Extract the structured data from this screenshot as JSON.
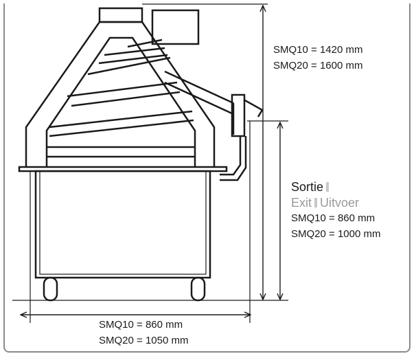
{
  "height_dim": {
    "line1": "SMQ10 = 1420 mm",
    "line2": "SMQ20 = 1600 mm"
  },
  "outlet": {
    "title": "Sortie",
    "sub_1": "Exit",
    "sub_2": "Uitvoer",
    "line1": "SMQ10 = 860 mm",
    "line2": "SMQ20 = 1000 mm"
  },
  "width_dim": {
    "line1": "SMQ10 = 860 mm",
    "line2": "SMQ20 = 1050 mm"
  },
  "colors": {
    "line": "#1a1a1a",
    "frame": "#8a8a8a",
    "muted_text": "#9a9a9a",
    "separator": "#c8c8c8"
  }
}
